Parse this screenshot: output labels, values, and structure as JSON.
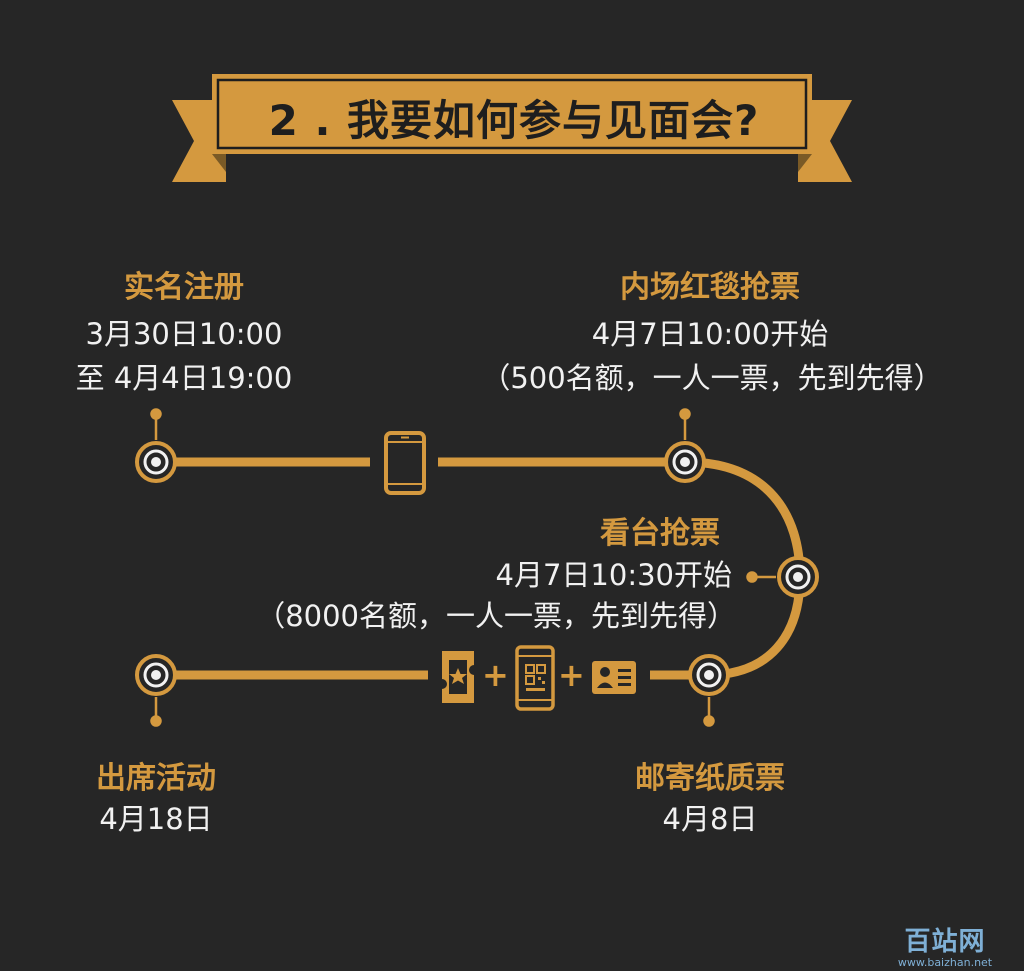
{
  "header": {
    "title": "2 . 我要如何参与见面会?"
  },
  "steps": {
    "register": {
      "title": "实名注册",
      "line1": "3月30日10:00",
      "line2": "至 4月4日19:00"
    },
    "red_carpet": {
      "title": "内场红毯抢票",
      "line1": "4月7日10:00开始",
      "line2": "（500名额，一人一票，先到先得）"
    },
    "stand": {
      "title": "看台抢票",
      "line1": "4月7日10:30开始",
      "line2": "（8000名额，一人一票，先到先得）"
    },
    "mail": {
      "title": "邮寄纸质票",
      "line1": "4月8日"
    },
    "attend": {
      "title": "出席活动",
      "line1": "4月18日"
    }
  },
  "requirements": {
    "plus": "+"
  },
  "icons": {
    "phone": "mobile-phone-icon",
    "ticket": "ticket-icon",
    "qr_phone": "qr-code-phone-icon",
    "id_card": "id-card-icon"
  },
  "colors": {
    "background": "#262626",
    "accent": "#d4993f",
    "text": "#f1f1f1",
    "title_text": "#1e1e1e"
  },
  "watermark": {
    "logo": "百站网",
    "url": "www.baizhan.net"
  }
}
